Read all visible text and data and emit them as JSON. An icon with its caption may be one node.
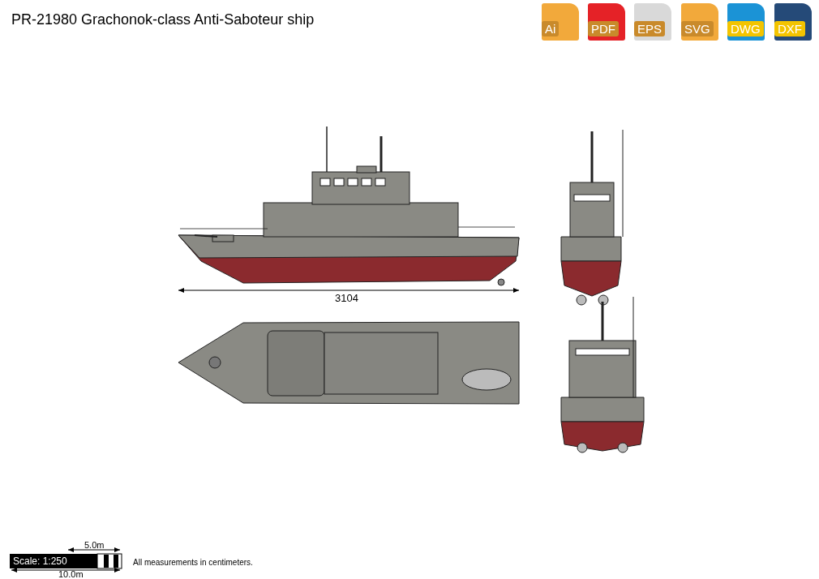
{
  "diagram": {
    "title": "PR-21980 Grachonok-class Anti-Saboteur ship",
    "labels": [
      "Ai",
      "PDF",
      "EPS",
      "SVG",
      "DWG",
      "DXF",
      "3104",
      "5.0m",
      "Scale: 1:250",
      "10.0m",
      "All measurements in centimeters."
    ]
  }
}
